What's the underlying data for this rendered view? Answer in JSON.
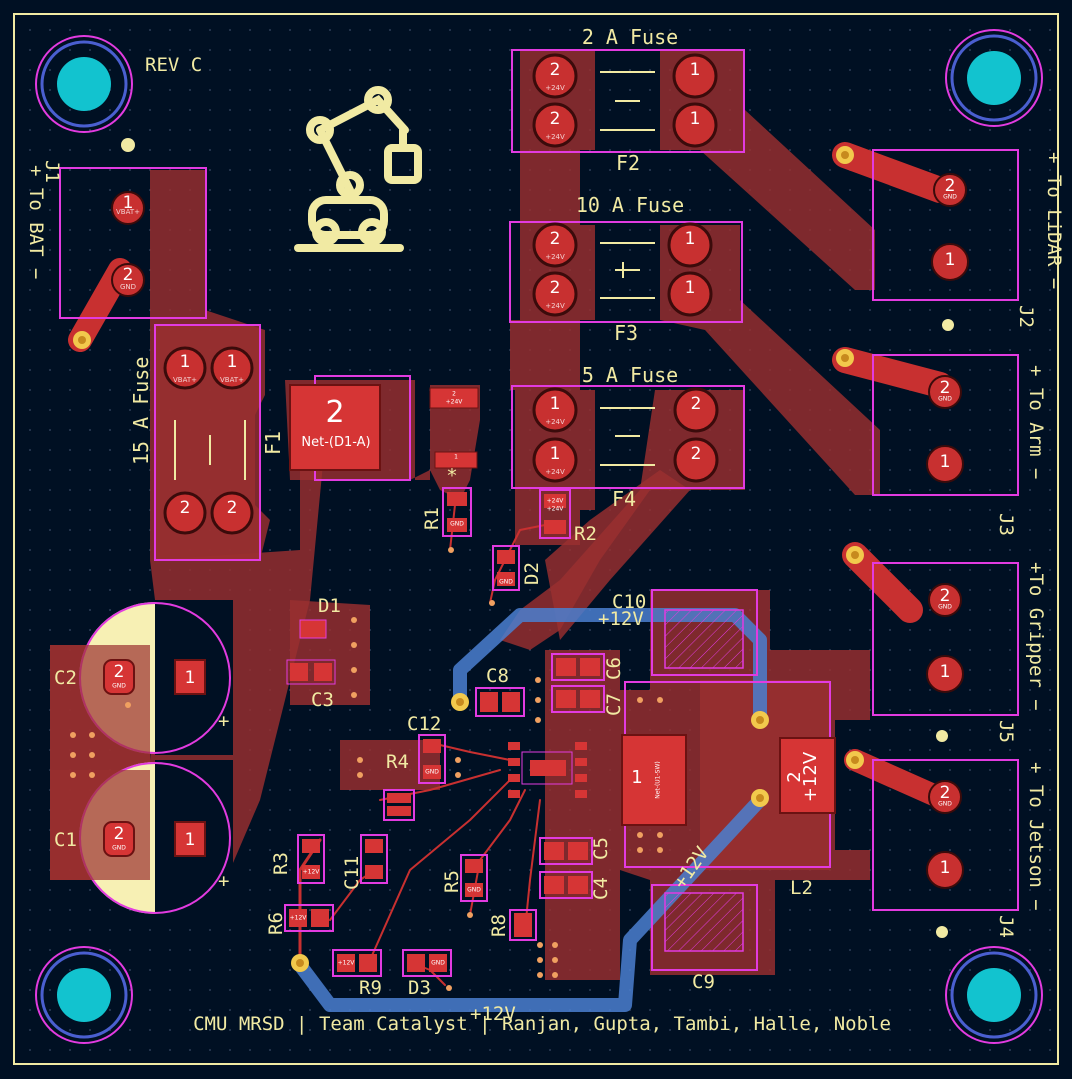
{
  "board": {
    "revision": "REV C",
    "footer": "CMU MRSD | Team Catalyst | Ranjan, Gupta, Tambi, Halle, Noble",
    "colors": {
      "background": "#001023",
      "copper": "#9a2f2f",
      "silkscreen": "#f1eaa3",
      "courtyard": "#e23be0",
      "mount_hole": "#12c3cf",
      "bottom_track": "#4a7fd0"
    }
  },
  "connectors": {
    "j1": {
      "ref": "J1",
      "label": "+ To BAT −",
      "pad1": "1",
      "pad1_net": "VBAT+",
      "pad2": "2",
      "pad2_net": "GND"
    },
    "j2": {
      "ref": "J2",
      "label": "+ To LiDAR −",
      "pad1": "1",
      "pad2": "2",
      "pad2_net": "GND"
    },
    "j3": {
      "ref": "J3",
      "label": "+ To Arm −",
      "pad1": "1",
      "pad2": "2",
      "pad2_net": "GND"
    },
    "j5": {
      "ref": "J5",
      "label": "+To Gripper −",
      "pad1": "1",
      "pad2": "2",
      "pad2_net": "GND"
    },
    "j4": {
      "ref": "J4",
      "label": "+ To Jetson −",
      "pad1": "1",
      "pad2": "2",
      "pad2_net": "GND"
    }
  },
  "fuses": {
    "f1": {
      "ref": "F1",
      "label": "15 A Fuse",
      "pad_a": "1",
      "pad_a_net": "VBAT+",
      "pad_b": "2"
    },
    "f2": {
      "ref": "F2",
      "label": "2 A Fuse",
      "pad_a": "2",
      "pad_a_net": "+24V",
      "pad_b": "1"
    },
    "f3": {
      "ref": "F3",
      "label": "10 A Fuse",
      "pad_a": "2",
      "pad_a_net": "+24V",
      "pad_b": "1"
    },
    "f4": {
      "ref": "F4",
      "label": "5 A Fuse",
      "pad_a": "1",
      "pad_a_net": "+24V",
      "pad_b": "2"
    }
  },
  "parts": {
    "d1": {
      "ref": "D1",
      "pad": "2",
      "net": "Net-(D1-A)",
      "small_pin": "2",
      "small_pin_net": "+24V",
      "k_pin": "1"
    },
    "r1": "R1",
    "r2": "R2",
    "d2": "D2",
    "d3": "D3",
    "c1": "C1",
    "c2": "C2",
    "c3": "C3",
    "c4": "C4",
    "c5": "C5",
    "c6": "C6",
    "c7": "C7",
    "c8": "C8",
    "c9": "C9",
    "c10": "C10",
    "c11": "C11",
    "c12": "C12",
    "r3": "R3",
    "r4": "R4",
    "r5": "R5",
    "r6": "R6",
    "r8": "R8",
    "r9": "R9",
    "l2": {
      "ref": "L2",
      "pad1": "1",
      "pad1_net": "Net-(U1-SW)",
      "pad2": "2",
      "pad2_net": "+12V"
    },
    "net_12v": "+12V",
    "net_24v": "+24V",
    "net_gnd": "GND"
  }
}
